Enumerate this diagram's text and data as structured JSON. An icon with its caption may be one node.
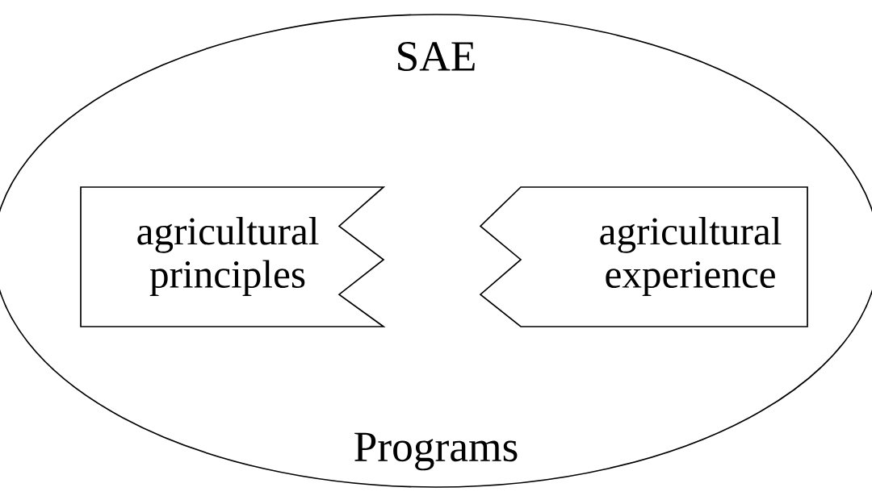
{
  "diagram": {
    "nodes": [
      {
        "text": [
          "SAE",
          "Programs"
        ]
      },
      {
        "text": [
          "agricultural principles"
        ],
        "in": 0
      },
      {
        "text": [
          "agricultural experience"
        ],
        "in": 0
      }
    ]
  }
}
